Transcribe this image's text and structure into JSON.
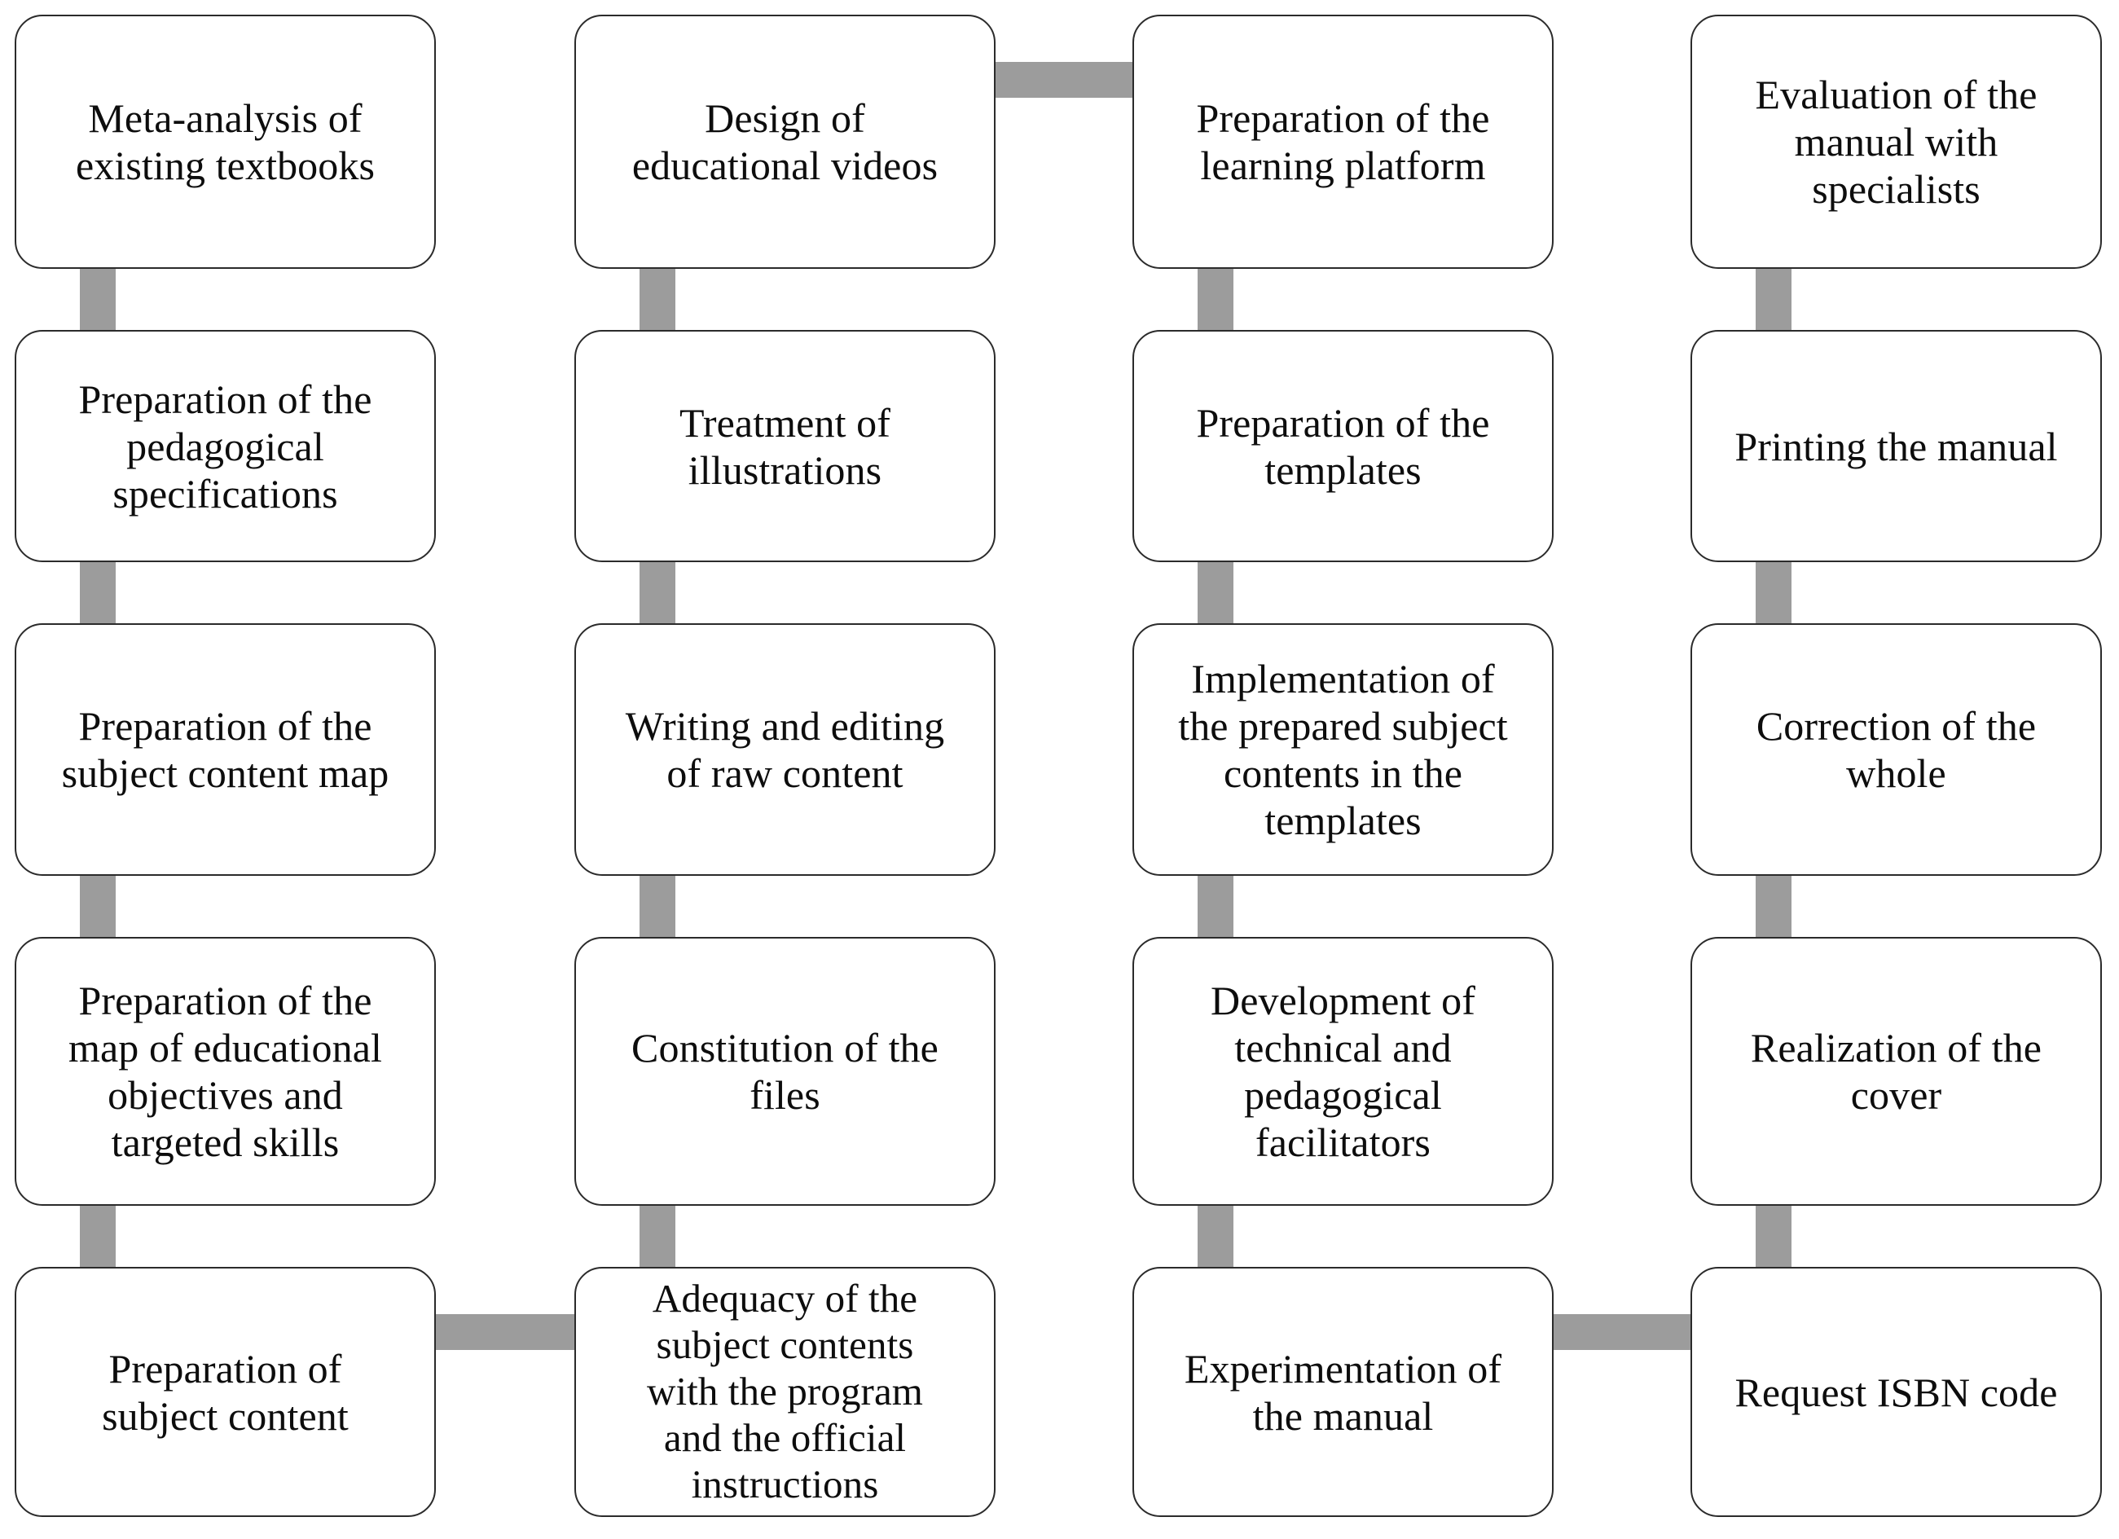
{
  "diagram": {
    "title": "Manual production workflow flowchart",
    "style": {
      "node_fill": "#ffffff",
      "node_border": "#2b2b2b",
      "connector_color": "#9c9c9c",
      "text_color": "#0d0d0d",
      "background": "#ffffff"
    },
    "columns": 4,
    "rows": 5,
    "nodes": [
      {
        "id": "c1r1",
        "col": 1,
        "row": 1,
        "label": "Meta-analysis of\nexisting textbooks"
      },
      {
        "id": "c1r2",
        "col": 1,
        "row": 2,
        "label": "Preparation of the\npedagogical\nspecifications"
      },
      {
        "id": "c1r3",
        "col": 1,
        "row": 3,
        "label": "Preparation of the\nsubject content map"
      },
      {
        "id": "c1r4",
        "col": 1,
        "row": 4,
        "label": "Preparation of the\nmap of educational\nobjectives and\ntargeted skills"
      },
      {
        "id": "c1r5",
        "col": 1,
        "row": 5,
        "label": "Preparation of\nsubject content"
      },
      {
        "id": "c2r1",
        "col": 2,
        "row": 1,
        "label": "Design of\neducational videos"
      },
      {
        "id": "c2r2",
        "col": 2,
        "row": 2,
        "label": "Treatment of\nillustrations"
      },
      {
        "id": "c2r3",
        "col": 2,
        "row": 3,
        "label": "Writing and editing\nof raw content"
      },
      {
        "id": "c2r4",
        "col": 2,
        "row": 4,
        "label": "Constitution of the\nfiles"
      },
      {
        "id": "c2r5",
        "col": 2,
        "row": 5,
        "label": "Adequacy of the\nsubject contents\nwith the program\nand the official\ninstructions"
      },
      {
        "id": "c3r1",
        "col": 3,
        "row": 1,
        "label": "Preparation of the\nlearning platform"
      },
      {
        "id": "c3r2",
        "col": 3,
        "row": 2,
        "label": "Preparation of the\ntemplates"
      },
      {
        "id": "c3r3",
        "col": 3,
        "row": 3,
        "label": "Implementation of\nthe prepared subject\ncontents in the\ntemplates"
      },
      {
        "id": "c3r4",
        "col": 3,
        "row": 4,
        "label": "Development of\ntechnical and\npedagogical\nfacilitators"
      },
      {
        "id": "c3r5",
        "col": 3,
        "row": 5,
        "label": "Experimentation of\nthe manual"
      },
      {
        "id": "c4r1",
        "col": 4,
        "row": 1,
        "label": "Evaluation of the\nmanual with\nspecialists"
      },
      {
        "id": "c4r2",
        "col": 4,
        "row": 2,
        "label": "Printing the manual"
      },
      {
        "id": "c4r3",
        "col": 4,
        "row": 3,
        "label": "Correction of the\nwhole"
      },
      {
        "id": "c4r4",
        "col": 4,
        "row": 4,
        "label": "Realization of the\ncover"
      },
      {
        "id": "c4r5",
        "col": 4,
        "row": 5,
        "label": "Request ISBN code"
      }
    ],
    "edges": [
      {
        "from": "c1r1",
        "to": "c1r2",
        "orientation": "vertical"
      },
      {
        "from": "c1r2",
        "to": "c1r3",
        "orientation": "vertical"
      },
      {
        "from": "c1r3",
        "to": "c1r4",
        "orientation": "vertical"
      },
      {
        "from": "c1r4",
        "to": "c1r5",
        "orientation": "vertical"
      },
      {
        "from": "c2r1",
        "to": "c2r2",
        "orientation": "vertical"
      },
      {
        "from": "c2r2",
        "to": "c2r3",
        "orientation": "vertical"
      },
      {
        "from": "c2r3",
        "to": "c2r4",
        "orientation": "vertical"
      },
      {
        "from": "c2r4",
        "to": "c2r5",
        "orientation": "vertical"
      },
      {
        "from": "c3r1",
        "to": "c3r2",
        "orientation": "vertical"
      },
      {
        "from": "c3r2",
        "to": "c3r3",
        "orientation": "vertical"
      },
      {
        "from": "c3r3",
        "to": "c3r4",
        "orientation": "vertical"
      },
      {
        "from": "c3r4",
        "to": "c3r5",
        "orientation": "vertical"
      },
      {
        "from": "c4r1",
        "to": "c4r2",
        "orientation": "vertical"
      },
      {
        "from": "c4r2",
        "to": "c4r3",
        "orientation": "vertical"
      },
      {
        "from": "c4r3",
        "to": "c4r4",
        "orientation": "vertical"
      },
      {
        "from": "c4r4",
        "to": "c4r5",
        "orientation": "vertical"
      },
      {
        "from": "c2r1",
        "to": "c3r1",
        "orientation": "horizontal"
      },
      {
        "from": "c1r5",
        "to": "c2r5",
        "orientation": "horizontal"
      },
      {
        "from": "c3r5",
        "to": "c4r5",
        "orientation": "horizontal"
      }
    ]
  }
}
